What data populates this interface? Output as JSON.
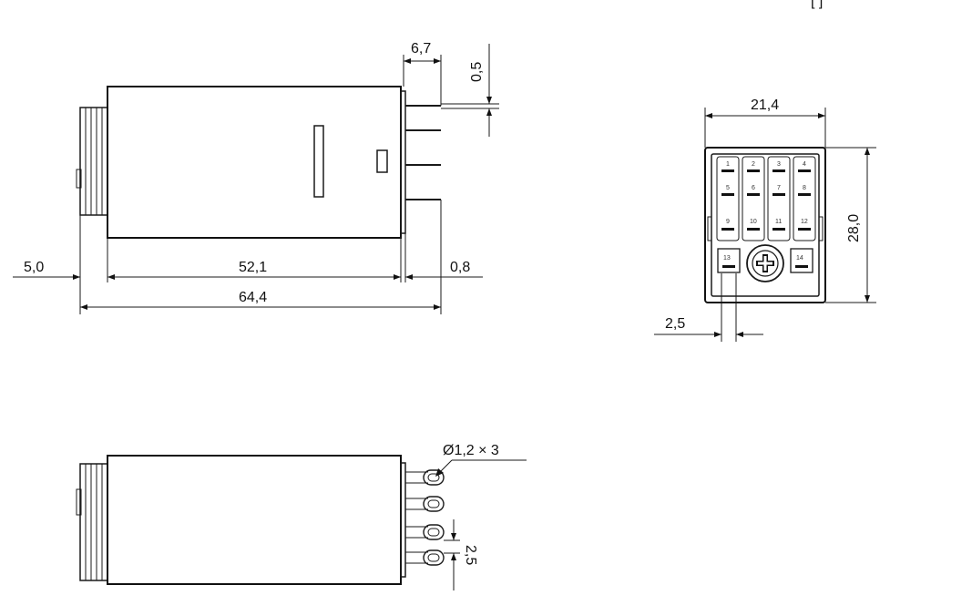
{
  "header_fragment": "[ ]",
  "side_view": {
    "dims": {
      "top_pin_length": "6,7",
      "pin_thickness": "0,5",
      "knob_offset": "5,0",
      "body_length": "52,1",
      "base_thickness": "0,8",
      "overall_length": "64,4"
    }
  },
  "bottom_view": {
    "dims": {
      "width": "21,4",
      "height": "28,0",
      "pin_pitch": "2,5"
    },
    "pin_numbers": [
      "1",
      "2",
      "3",
      "4",
      "5",
      "6",
      "7",
      "8",
      "9",
      "10",
      "11",
      "12",
      "13",
      "14"
    ]
  },
  "top_view": {
    "dims": {
      "pin_diameter": "Ø1,2 × 3",
      "pin_pitch": "2,5"
    }
  }
}
